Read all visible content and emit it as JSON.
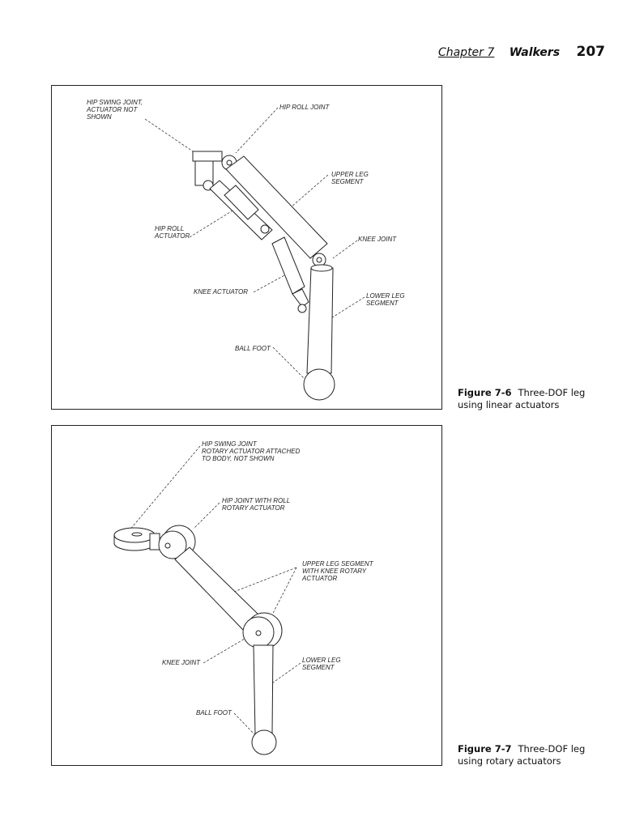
{
  "header": {
    "chapter": "Chapter 7",
    "section": "Walkers",
    "page_number": "207"
  },
  "figure_6": {
    "number": "Figure 7-6",
    "caption": "Three-DOF leg using linear actuators",
    "labels": {
      "hip_swing": "HIP SWING JOINT,\nACTUATOR NOT\nSHOWN",
      "hip_roll_joint": "HIP ROLL JOINT",
      "upper_leg": "UPPER LEG\nSEGMENT",
      "hip_roll_actuator": "HIP ROLL\nACTUATOR",
      "knee_joint": "KNEE JOINT",
      "knee_actuator": "KNEE ACTUATOR",
      "lower_leg": "LOWER LEG\nSEGMENT",
      "ball_foot": "BALL FOOT"
    }
  },
  "figure_7": {
    "number": "Figure 7-7",
    "caption": "Three-DOF leg using rotary actuators",
    "labels": {
      "hip_swing": "HIP SWING JOINT\nROTARY ACTUATOR ATTACHED\nTO BODY, NOT SHOWN",
      "hip_joint": "HIP JOINT WITH ROLL\nROTARY ACTUATOR",
      "upper_leg": "UPPER LEG SEGMENT\nWITH KNEE ROTARY\nACTUATOR",
      "knee_joint": "KNEE JOINT",
      "lower_leg": "LOWER LEG\nSEGMENT",
      "ball_foot": "BALL FOOT"
    }
  }
}
